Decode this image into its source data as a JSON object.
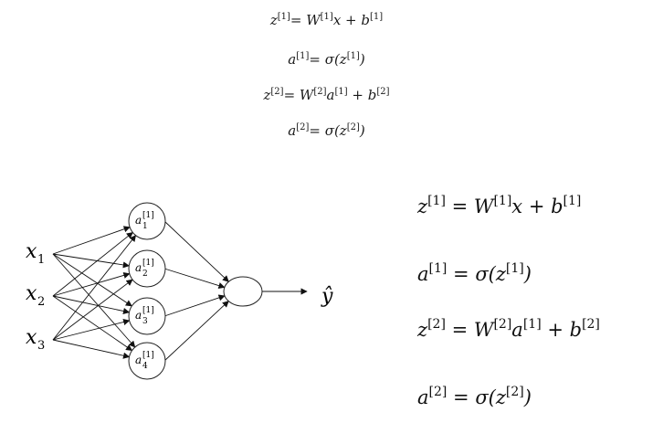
{
  "top_equations": [
    {
      "lhs": "z",
      "lhs_sup": "[1]",
      "rhs": [
        {
          "t": "= W"
        },
        {
          "s": "[1]"
        },
        {
          "t": "x + b"
        },
        {
          "s": "[1]"
        }
      ]
    },
    {
      "lhs": "a",
      "lhs_sup": "[1]",
      "rhs": [
        {
          "t": "= σ(z"
        },
        {
          "s": "[1]"
        },
        {
          "t": ")"
        }
      ]
    },
    {
      "lhs": "z",
      "lhs_sup": "[2]",
      "rhs": [
        {
          "t": "= W"
        },
        {
          "s": "[2]"
        },
        {
          "t": "a"
        },
        {
          "s": "[1]"
        },
        {
          "t": " + b"
        },
        {
          "s": "[2]"
        }
      ]
    },
    {
      "lhs": "a",
      "lhs_sup": "[2]",
      "rhs": [
        {
          "t": "= σ(z"
        },
        {
          "s": "[2]"
        },
        {
          "t": ")"
        }
      ]
    }
  ],
  "network": {
    "inputs": [
      {
        "base": "x",
        "sub": "1"
      },
      {
        "base": "x",
        "sub": "2"
      },
      {
        "base": "x",
        "sub": "3"
      }
    ],
    "hidden": [
      {
        "base": "a",
        "sub": "1",
        "sup": "[1]"
      },
      {
        "base": "a",
        "sub": "2",
        "sup": "[1]"
      },
      {
        "base": "a",
        "sub": "3",
        "sup": "[1]"
      },
      {
        "base": "a",
        "sub": "4",
        "sup": "[1]"
      }
    ],
    "output_label": "ŷ"
  },
  "right_equations": [
    {
      "lhs": "z",
      "lhs_sup": "[1]",
      "rhs": [
        {
          "t": " = W"
        },
        {
          "s": "[1]"
        },
        {
          "t": "x + b"
        },
        {
          "s": "[1]"
        }
      ]
    },
    {
      "lhs": "a",
      "lhs_sup": "[1]",
      "rhs": [
        {
          "t": " = σ(z"
        },
        {
          "s": "[1]"
        },
        {
          "t": ")"
        }
      ]
    },
    {
      "lhs": "z",
      "lhs_sup": "[2]",
      "rhs": [
        {
          "t": " = W"
        },
        {
          "s": "[2]"
        },
        {
          "t": "a"
        },
        {
          "s": "[1]"
        },
        {
          "t": " + b"
        },
        {
          "s": "[2]"
        }
      ]
    },
    {
      "lhs": "a",
      "lhs_sup": "[2]",
      "rhs": [
        {
          "t": " = σ(z"
        },
        {
          "s": "[2]"
        },
        {
          "t": ")"
        }
      ]
    }
  ]
}
